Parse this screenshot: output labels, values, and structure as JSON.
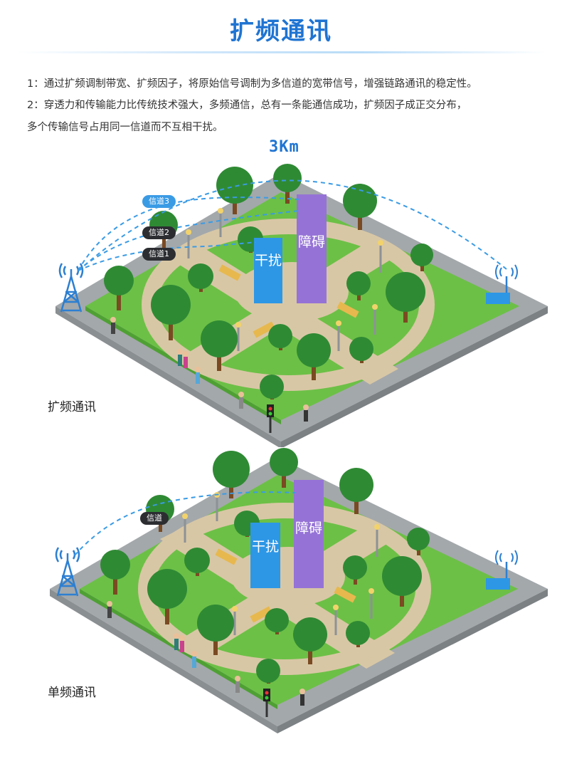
{
  "header": {
    "title": "扩频通讯"
  },
  "intro": {
    "line1": "1：通过扩频调制带宽、扩频因子，将原始信号调制为多信道的宽带信号，增强链路通讯的稳定性。",
    "line2": "2：穿透力和传输能力比传统技术强大，多频通信，总有一条能通信成功，扩频因子成正交分布，",
    "line3": "多个传输信号占用同一信道而不互相干扰。"
  },
  "diagram_top": {
    "distance": "3Km",
    "channel3": "信道3",
    "channel2": "信道2",
    "channel1": "信道1",
    "interference": "干扰",
    "obstacle": "障碍",
    "caption": "扩频通讯"
  },
  "diagram_bottom": {
    "channel": "信道",
    "interference": "干扰",
    "obstacle": "障碍",
    "caption": "单频通讯"
  },
  "colors": {
    "title": "#1f74d2",
    "road": "#9ea3a6",
    "grass": "#6cc046",
    "path": "#d8c7a5",
    "interference_bar": "#2d97e6",
    "obstacle_bar": "#9573d6",
    "signal_line": "#3a9be5"
  }
}
